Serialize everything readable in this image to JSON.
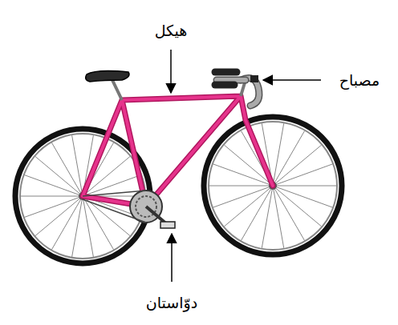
{
  "diagram": {
    "labels": [
      "هيكل",
      "مصباح",
      "دوّاستان"
    ]
  }
}
